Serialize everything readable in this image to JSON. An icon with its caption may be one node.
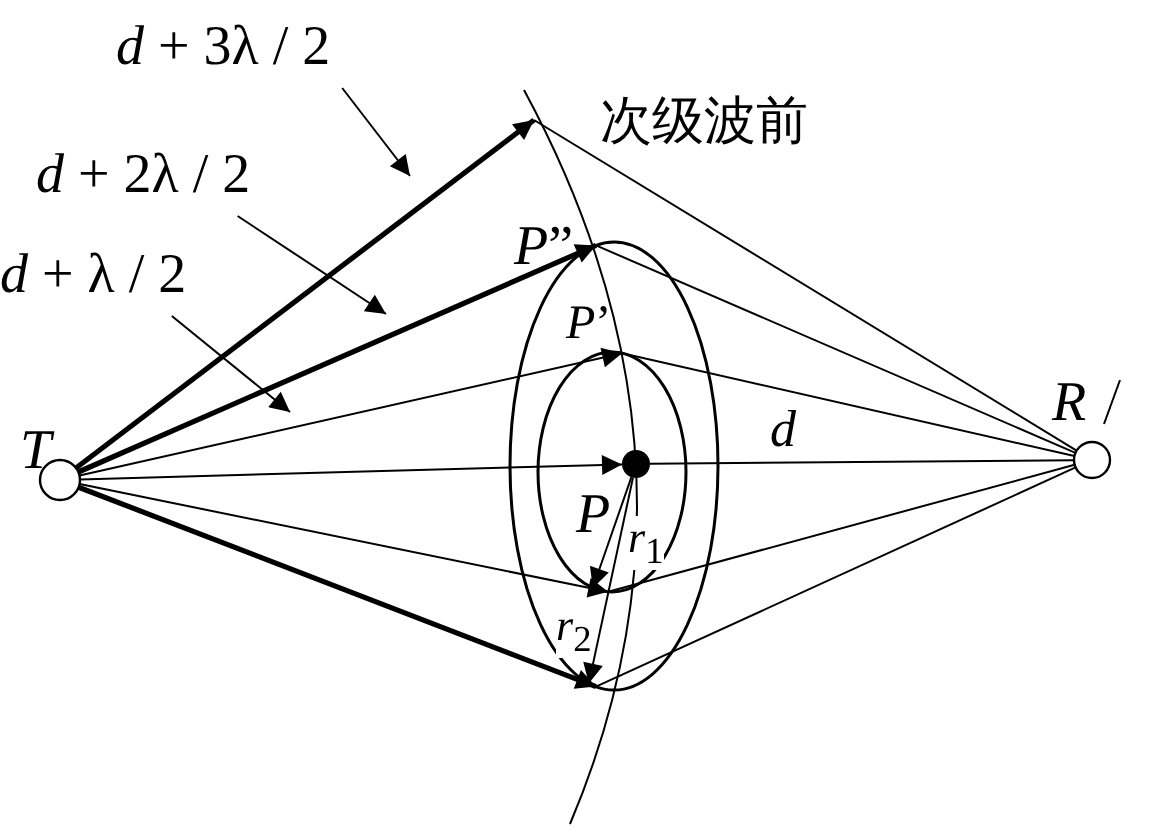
{
  "diagram": {
    "nodes": [
      {
        "text": [
          "*d* + 3λ / 2"
        ]
      },
      {
        "text": [
          "*d* + 2λ / 2"
        ]
      },
      {
        "text": [
          "*d* + λ / 2"
        ]
      },
      {
        "text": [],
        "shape": "circle",
        "beside": [
          "T"
        ]
      },
      {
        "text": [],
        "shape": "ellipse"
      },
      {
        "text": [],
        "shape": "ellipse",
        "in": 4
      },
      {
        "text": [],
        "shape": "dot",
        "beside": [
          "P"
        ],
        "in": 5
      },
      {
        "text": [],
        "shape": "circle",
        "beside": [
          "R"
        ]
      }
    ],
    "edges": [
      {
        "from": 0,
        "to": null,
        "arrow": "to"
      },
      {
        "from": 1,
        "to": null,
        "arrow": "to"
      },
      {
        "from": 2,
        "to": null,
        "arrow": "to"
      },
      {
        "from": 3,
        "to": null,
        "arrow": "to",
        "style": "thick"
      },
      {
        "from": 3,
        "to": 4,
        "arrow": "to",
        "style": "thick"
      },
      {
        "from": 3,
        "to": 5,
        "arrow": "to"
      },
      {
        "from": 3,
        "to": 6,
        "arrow": "to"
      },
      {
        "from": 3,
        "to": 5,
        "arrow": "to"
      },
      {
        "from": 3,
        "to": 4,
        "arrow": "to",
        "style": "thick"
      },
      {
        "from": null,
        "to": 7,
        "arrow": "none"
      },
      {
        "from": 4,
        "to": 7,
        "arrow": "none"
      },
      {
        "from": 5,
        "to": 7,
        "arrow": "none"
      },
      {
        "from": 6,
        "to": 7,
        "arrow": "none",
        "label": "*d*"
      },
      {
        "from": 5,
        "to": 7,
        "arrow": "none"
      },
      {
        "from": 4,
        "to": 7,
        "arrow": "none"
      },
      {
        "from": 6,
        "to": 5,
        "arrow": "to",
        "label": "*r*$_{1}$"
      },
      {
        "from": 6,
        "to": 4,
        "arrow": "to",
        "label": "*r*$_{2}$"
      }
    ],
    "labels": [
      "次级波前",
      "*P*”",
      "*P*’"
    ]
  }
}
